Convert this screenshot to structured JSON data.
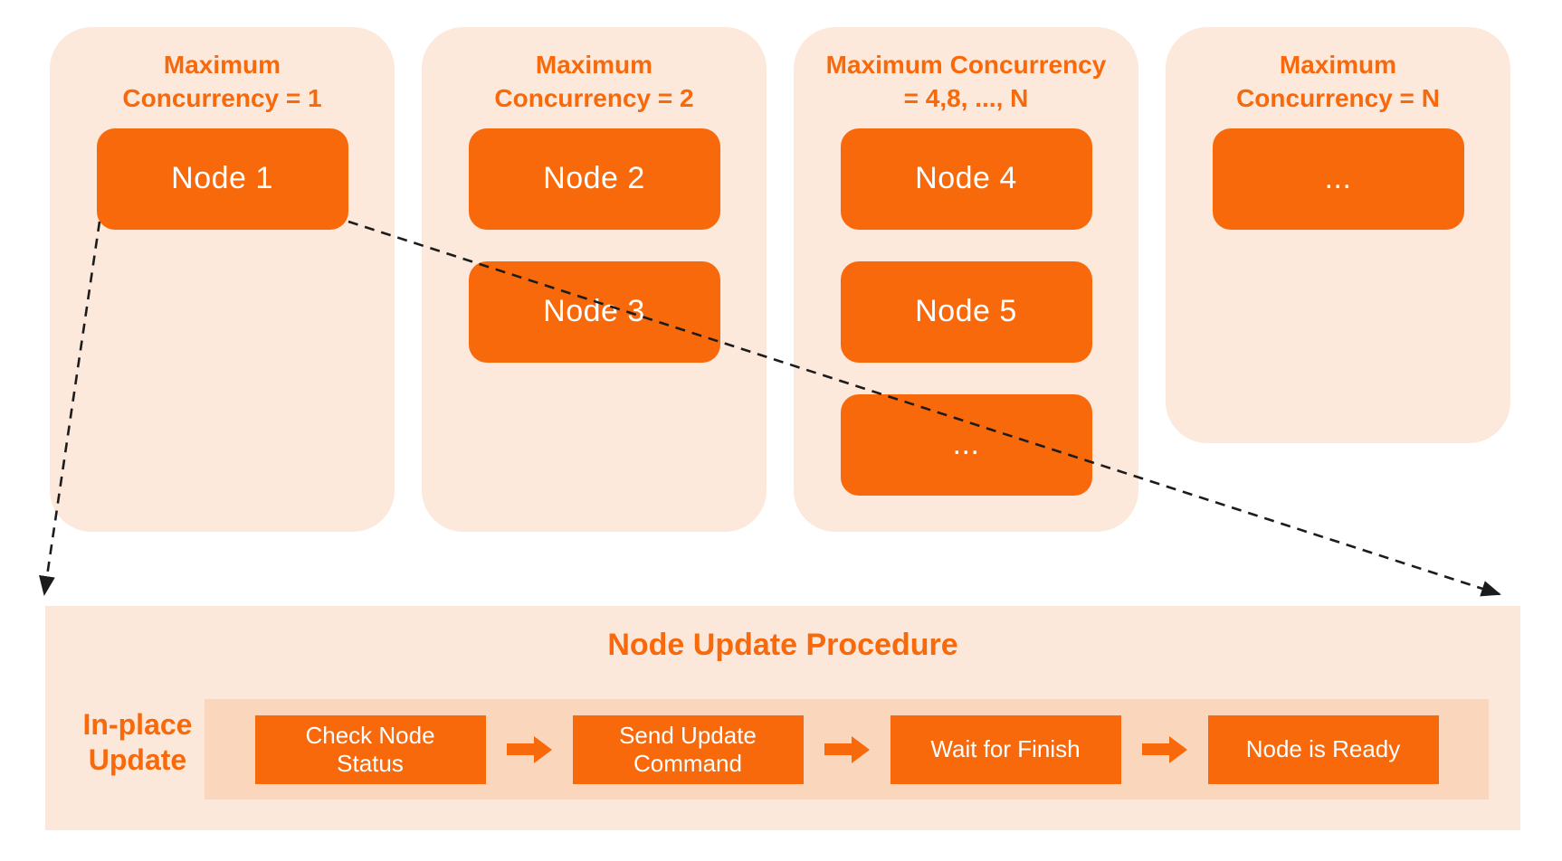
{
  "colors": {
    "accent_orange": "#F7690B",
    "card_background": "#FCE9DB",
    "panel_background": "#FBE8DA",
    "strip_background": "#FAD7BC",
    "node_text": "#FFFFFF",
    "dashed_arrow": "#1C1C1C"
  },
  "groups": [
    {
      "title": "Maximum\nConcurrency = 1",
      "nodes": [
        "Node 1"
      ]
    },
    {
      "title": "Maximum\nConcurrency = 2",
      "nodes": [
        "Node 2",
        "Node 3"
      ]
    },
    {
      "title": "Maximum Concurrency\n= 4,8,  ...,  N",
      "nodes": [
        "Node 4",
        "Node 5",
        "..."
      ]
    },
    {
      "title": "Maximum\nConcurrency = N",
      "nodes": [
        "..."
      ]
    }
  ],
  "procedure": {
    "title": "Node Update Procedure",
    "side_label": "In-place\nUpdate",
    "steps": [
      "Check Node\nStatus",
      "Send Update\nCommand",
      "Wait for Finish",
      "Node is Ready"
    ]
  }
}
